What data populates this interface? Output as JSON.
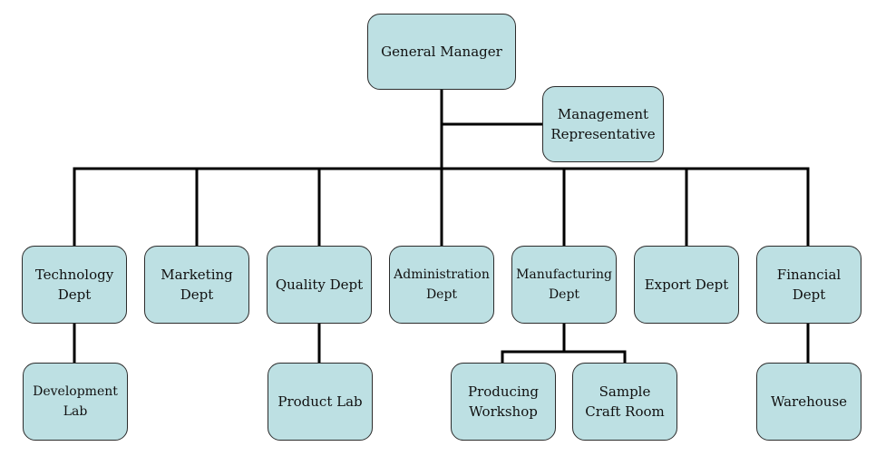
{
  "org_chart": {
    "box_color": "#bde0e3",
    "border_color": "#2c2c2c",
    "line_color": "#000000",
    "top": {
      "general_manager": "General Manager",
      "management_representative": "Management\nRepresentative"
    },
    "departments": {
      "technology": "Technology\nDept",
      "marketing": "Marketing\nDept",
      "quality": "Quality Dept",
      "administration": "Administration\nDept",
      "manufacturing": "Manufacturing\nDept",
      "export": "Export Dept",
      "financial": "Financial\nDept"
    },
    "sub_units": {
      "development_lab": "Development\nLab",
      "product_lab": "Product Lab",
      "producing_workshop": "Producing\nWorkshop",
      "sample_craft_room": "Sample\nCraft Room",
      "warehouse": "Warehouse"
    }
  }
}
